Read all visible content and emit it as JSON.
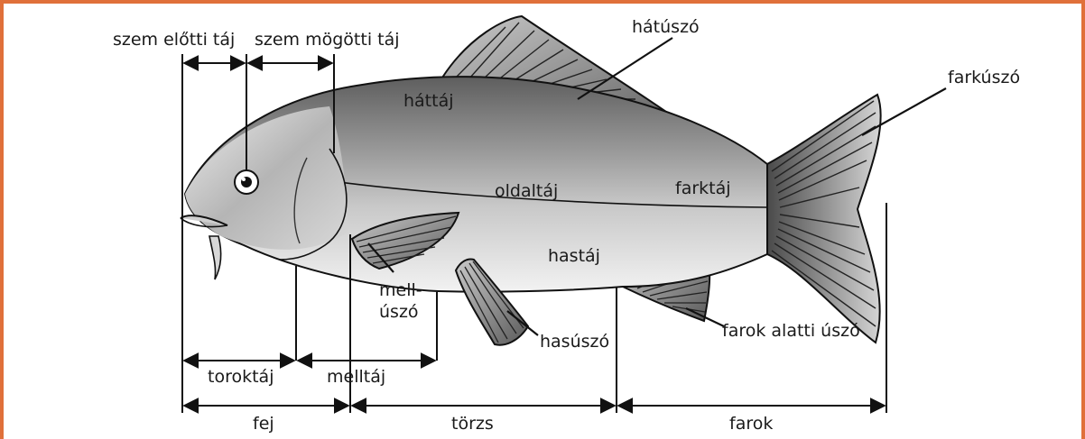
{
  "frame": {
    "border_color": "#e0703a"
  },
  "colors": {
    "line": "#111111",
    "body_light": "#ededed",
    "body_dark": "#6e6e6e",
    "belly": "#f4f4f4",
    "fin_dark": "#3a3a3a",
    "fin_light": "#d8d8d8"
  },
  "labels": {
    "dorsal_fin": "hátúszó",
    "tail_fin": "farkúszó",
    "back_region": "háttáj",
    "side_region": "oldaltáj",
    "tail_region": "farktáj",
    "belly_region": "hastáj",
    "pectoral_fin_line1": "mell-",
    "pectoral_fin_line2": "úszó",
    "pelvic_fin": "hasúszó",
    "anal_fin": "farok alatti úszó"
  },
  "measures": {
    "preorbital": "szem előtti táj",
    "postorbital": "szem mögötti táj",
    "throat": "toroktáj",
    "chest": "melltáj",
    "head": "fej",
    "trunk": "törzs",
    "tail": "farok"
  }
}
